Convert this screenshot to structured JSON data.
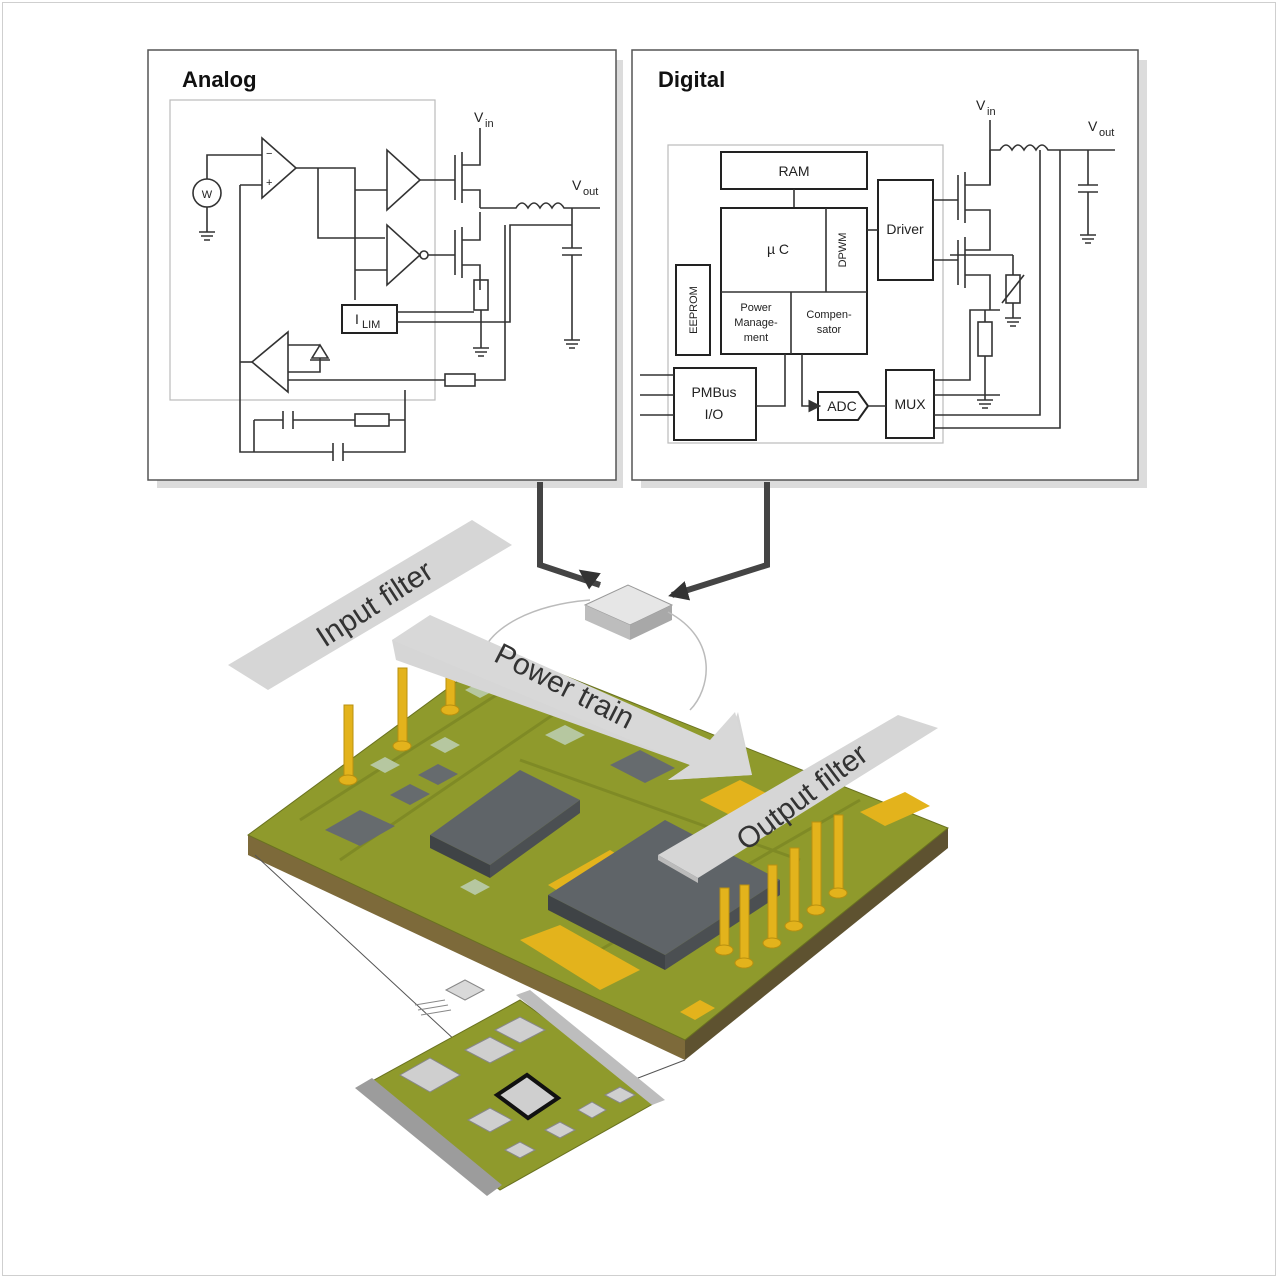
{
  "analog": {
    "title": "Analog",
    "vin": "V",
    "vin_sub": "in",
    "vout": "V",
    "vout_sub": "out",
    "ilim": "I",
    "ilim_sub": "LIM",
    "w": "W"
  },
  "digital": {
    "title": "Digital",
    "vin": "V",
    "vin_sub": "in",
    "vout": "V",
    "vout_sub": "out",
    "ram": "RAM",
    "uc": "µ C",
    "dpwm": "DPWM",
    "driver": "Driver",
    "eeprom": "EEPROM",
    "power_mgmt": [
      "Power",
      "Manage-",
      "ment"
    ],
    "compensator": [
      "Compen-",
      "sator"
    ],
    "pmbus": [
      "PMBus",
      "I/O"
    ],
    "adc": "ADC",
    "mux": "MUX"
  },
  "board": {
    "input_filter": "Input filter",
    "power_train": "Power train",
    "output_filter": "Output filter"
  },
  "colors": {
    "pcb": "#8f9a2c",
    "pcb_edge": "#6a7220",
    "gold": "#e3b31c",
    "chip": "#5f6468",
    "banner": "#d6d6d6"
  }
}
